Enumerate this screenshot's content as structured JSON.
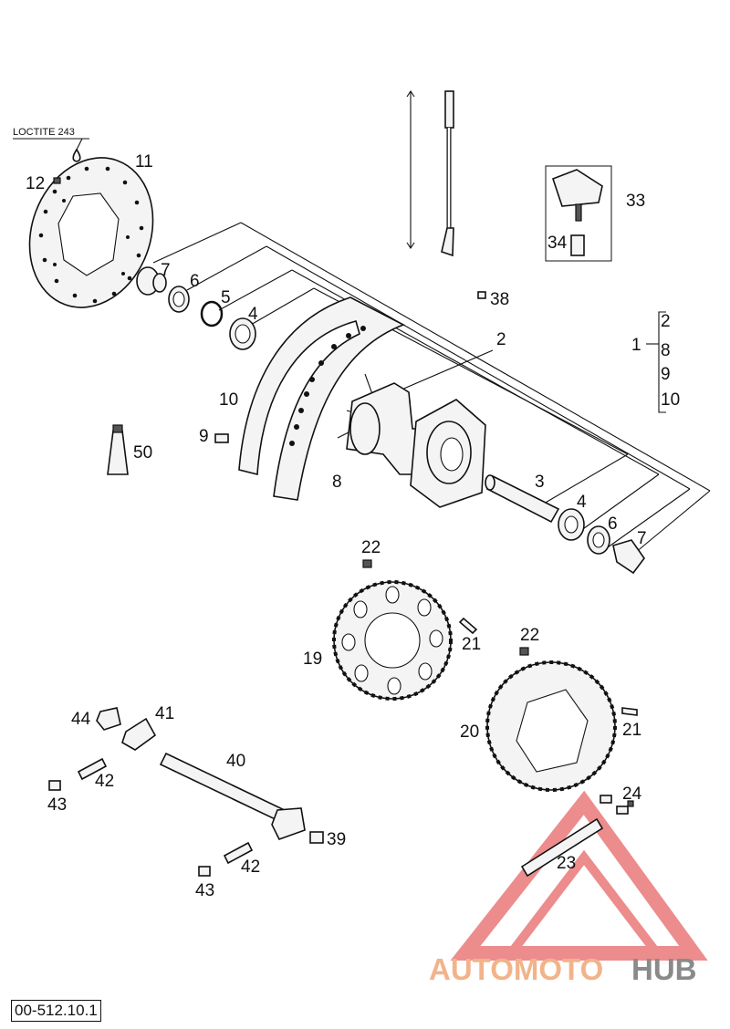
{
  "annotation": "LOCTITE 243",
  "drawing_code": "00-512.10.1",
  "watermark": {
    "part1": "AUTOMOTO",
    "part2": "HUB",
    "color1": "#f2b38a",
    "color2": "#8a8a8a",
    "logo_color": "#e87070"
  },
  "callouts": {
    "c1": "1",
    "c2a": "2",
    "c2b": "2",
    "c3": "3",
    "c4a": "4",
    "c4b": "4",
    "c5": "5",
    "c6a": "6",
    "c6b": "6",
    "c7a": "7",
    "c7b": "7",
    "c8a": "8",
    "c8b": "8",
    "c9a": "9",
    "c9b": "9",
    "c10a": "10",
    "c10b": "10",
    "c11": "11",
    "c12": "12",
    "c19": "19",
    "c20": "20",
    "c21a": "21",
    "c21b": "21",
    "c22a": "22",
    "c22b": "22",
    "c23": "23",
    "c24": "24",
    "c33": "33",
    "c34": "34",
    "c38": "38",
    "c39": "39",
    "c40": "40",
    "c41": "41",
    "c42a": "42",
    "c42b": "42",
    "c43a": "43",
    "c43b": "43",
    "c44": "44",
    "c50": "50"
  }
}
